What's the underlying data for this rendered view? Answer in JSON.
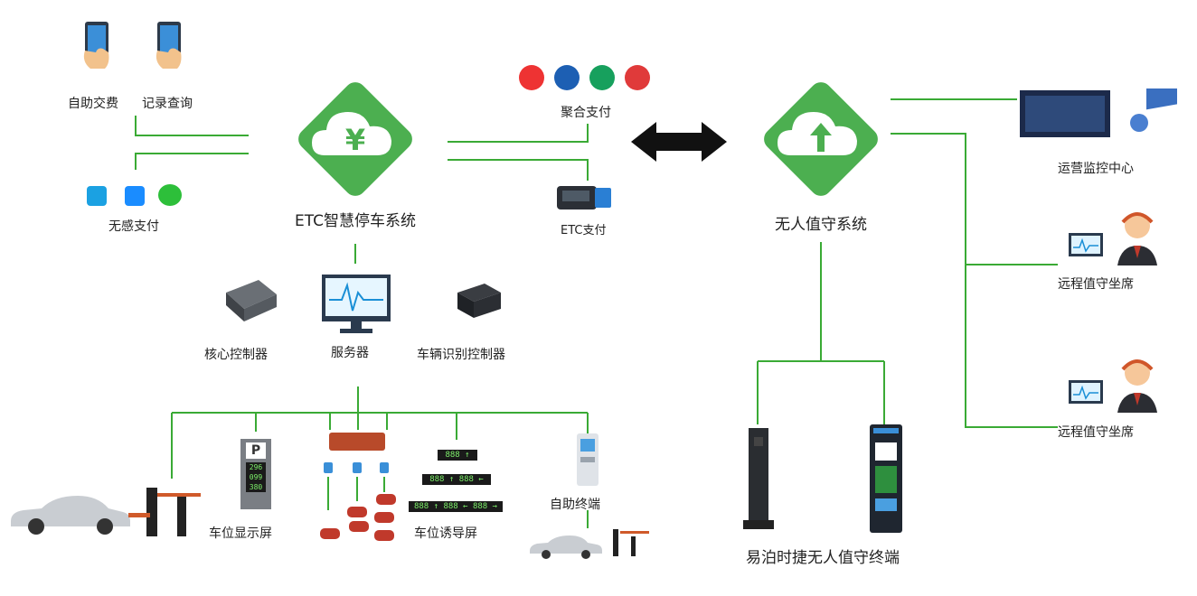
{
  "parking_system": {
    "title": "ETC智慧停车系统",
    "yuan_symbol": "¥",
    "self_pay": "自助交费",
    "record_query": "记录查询",
    "senseless_pay": "无感支付",
    "aggregate_pay": "聚合支付",
    "etc_pay": "ETC支付"
  },
  "hardware": {
    "core_controller": "核心控制器",
    "server": "服务器",
    "vehicle_recognition": "车辆识别控制器",
    "space_display": "车位显示屏",
    "space_guidance": "车位诱导屏",
    "self_terminal": "自助终端",
    "parking_sign_letter": "P",
    "display_digits": [
      "296",
      "099",
      "380"
    ],
    "guidance_rows": [
      "888 ↑",
      "888 ↑ 888 ←",
      "888 ↑ 888 ← 888 →"
    ]
  },
  "unattended_system": {
    "title": "无人值守系统",
    "ops_center": "运营监控中心",
    "remote_seat_1": "远程值守坐席",
    "remote_seat_2": "远程值守坐席",
    "terminal": "易泊时捷无人值守终端"
  },
  "colors": {
    "green": "#3aa83a",
    "green_dark": "#2e8f3e",
    "diamond": "#4caf50",
    "line": "#3aaa35"
  }
}
